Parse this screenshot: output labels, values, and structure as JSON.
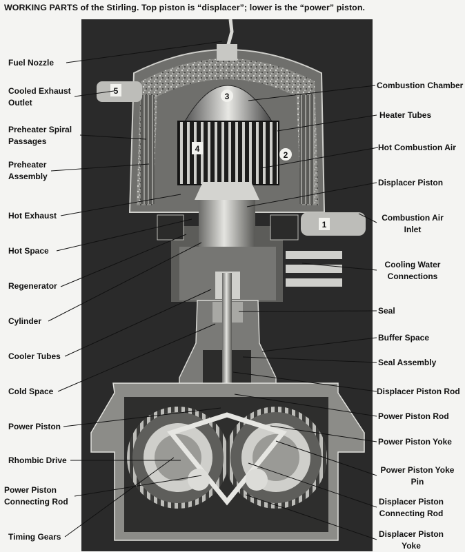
{
  "caption": {
    "part1": "WORKING PARTS of the Stirling. Top piston is “displacer”; lower is the “power” piston."
  },
  "callouts": {
    "n1": "1",
    "n2": "2",
    "n3": "3",
    "n4": "4",
    "n5": "5"
  },
  "left_labels": [
    "Fuel Nozzle",
    "Cooled Exhaust\nOutlet",
    "Preheater Spiral\nPassages",
    "Preheater\nAssembly",
    "Hot Exhaust",
    "Hot Space",
    "Regenerator",
    "Cylinder",
    "Cooler Tubes",
    "Cold Space",
    "Power Piston",
    "Rhombic Drive",
    "Power Piston\nConnecting Rod",
    "Timing Gears"
  ],
  "right_labels": [
    "Combustion Chamber",
    "Heater Tubes",
    "Hot Combustion Air",
    "Displacer Piston",
    "Combustion Air\nInlet",
    "Cooling Water\nConnections",
    "Seal",
    "Buffer Space",
    "Seal Assembly",
    "Displacer Piston Rod",
    "Power Piston Rod",
    "Power Piston Yoke",
    "Power Piston Yoke\nPin",
    "Displacer Piston\nConnecting Rod",
    "Displacer Piston\nYoke"
  ]
}
